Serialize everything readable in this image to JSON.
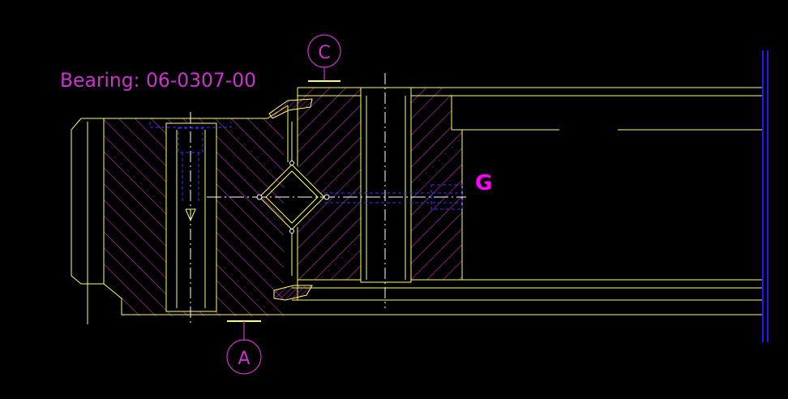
{
  "drawing": {
    "title_label": "Bearing: 06-0307-00",
    "callout_c": "C",
    "callout_a": "A",
    "callout_g": "G"
  },
  "colors": {
    "background": "#000000",
    "outline": "#ffff66",
    "hatch": "#cc33cc",
    "hidden": "#3333ff",
    "center": "#ffffff",
    "label": "#cc33cc",
    "g_label": "#ff00ff",
    "frame": "#0000cc"
  }
}
